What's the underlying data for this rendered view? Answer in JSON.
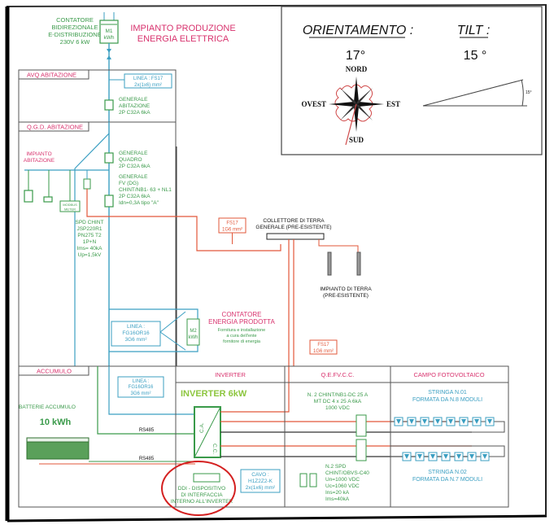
{
  "title": {
    "line1": "IMPIANTO PRODUZIONE",
    "line2": "ENERGIA ELETTRICA"
  },
  "meter_m1": {
    "label_lines": [
      "CONTATORE",
      "BIDIREZIONALE",
      "E-DISTRIBUZIONE",
      "230V 6 kW"
    ],
    "symbol_top": "M1",
    "symbol_bottom": "kWh"
  },
  "sections": {
    "avq": "AVQ  ABITAZIONE",
    "qgd": "Q.G.D. ABITAZIONE",
    "accumulo": "ACCUMULO",
    "inverter": "INVERTER",
    "qefvcc": "Q.E.FV.C.C.",
    "campo": "CAMPO FOTOVOLTAICO"
  },
  "orientation": {
    "orientamento_label": "ORIENTAMENTO :",
    "orientamento_value": "17°",
    "tilt_label": "TILT :",
    "tilt_value": "15 °",
    "tilt_angle_small": "15°",
    "compass": {
      "north": "NORD",
      "south": "SUD",
      "east": "EST",
      "west": "OVEST"
    }
  },
  "avq": {
    "line_box": [
      "LINEA : FS17",
      "2x(1x6) mm²"
    ],
    "generale": [
      "GENERALE",
      "ABITAZIONE",
      "2P C32A 6kA"
    ]
  },
  "qgd": {
    "impianto": [
      "IMPIANTO",
      "ABITAZIONE"
    ],
    "generale_quadro": [
      "GENERALE",
      "QUADRO",
      "2P C32A 6kA"
    ],
    "generale_fv": [
      "GENERALE",
      "FV (DG)",
      "CHINT/NB1- 63 + NL1",
      "2P  C32A  6kA",
      "Idn=0,3A tipo \"A\""
    ],
    "modbus": [
      "MODBUS",
      "METER"
    ],
    "spd": [
      "SPD CHINT",
      "JSP220R1",
      "PN275 T2",
      "1P+N",
      "Ims= 40kA",
      "Up=1,5kV"
    ]
  },
  "earth": {
    "fs17_box_1": [
      "FS17",
      "1G6 mm²"
    ],
    "fs17_box_2": [
      "FS17",
      "1G6 mm²"
    ],
    "collettore": [
      "COLLETTORE DI TERRA",
      "GENERALE (PRE-ESISTENTE)"
    ],
    "impianto_terra": [
      "IMPIANTO DI TERRA",
      "(PRE-ESISTENTE)"
    ]
  },
  "meter_m2": {
    "title": [
      "CONTATORE",
      "ENERGIA PRODOTTA"
    ],
    "note": [
      "Fornitura e installazione",
      "a cura dell'ente",
      "fornitore di energia"
    ],
    "symbol_top": "M2",
    "symbol_bottom": "kWh",
    "line_box": [
      "LINEA :",
      "FG16OR16",
      "3G6 mm²"
    ]
  },
  "accumulo": {
    "batterie": "BATTERIE ACCUMULO",
    "capacity": "10 kWh",
    "line_box": [
      "LINEA :",
      "FG16OR16",
      "3G6 mm²"
    ],
    "rs485_1": "RS485",
    "rs485_2": "RS485"
  },
  "inverter": {
    "title": "INVERTER 6kW",
    "ca": "C.A.",
    "cc": "C.C.",
    "ddi": [
      "DDI - DISPOSITIVO",
      "DI INTERFACCIA",
      "INTERNO ALL'INVERTER"
    ],
    "cavo": [
      "CAVO :",
      "H1Z2Z2-K",
      "2x(1x6) mm²"
    ]
  },
  "qefvcc": {
    "sezionatori": [
      "N. 2 CHINT/NB1-DC 25 A",
      "MT DC 4 x 25 A  6kA",
      "1000 VDC"
    ],
    "spd": [
      "N.2 SPD",
      "CHINT/OBVS-C40",
      "Un=1000 VDC",
      "Uc=1060 VDC",
      "Ins=20 kA",
      "Ims=40kA"
    ]
  },
  "campo": {
    "stringa1": [
      "STRINGA N.01",
      "FORMATA DA N.8 MODULI"
    ],
    "stringa2": [
      "STRINGA N.02",
      "FORMATA DA N.7 MODULI"
    ],
    "modules_string1": 8,
    "modules_string2": 7
  },
  "colors": {
    "green": "#3a9a4a",
    "magenta": "#d8336e",
    "blue": "#3b9fc2",
    "red": "#e2573a",
    "highlight_circle": "#d42020"
  }
}
